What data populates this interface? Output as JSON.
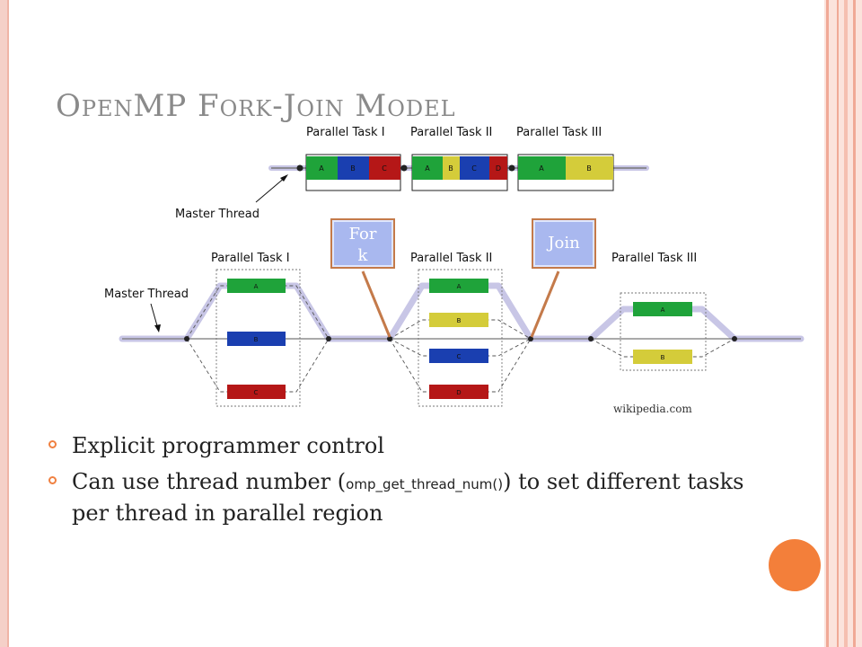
{
  "slide": {
    "title": "OpenMP Fork-Join Model",
    "credit": "wikipedia.com",
    "bullets": [
      {
        "text_before": "Explicit programmer control",
        "code": "",
        "text_after": ""
      },
      {
        "text_before": "Can use thread number (",
        "code": "omp_get_thread_num()",
        "text_after": ") to set different tasks per thread in parallel region"
      }
    ]
  },
  "diagram_top": {
    "task_labels": [
      "Parallel Task I",
      "Parallel Task II",
      "Parallel Task III"
    ],
    "master_label": "Master Thread",
    "task1_blocks": [
      "A",
      "B",
      "C"
    ],
    "task2_blocks": [
      "A",
      "B",
      "C",
      "D"
    ],
    "task3_blocks": [
      "A",
      "B"
    ]
  },
  "diagram_bottom": {
    "task_labels": [
      "Parallel Task I",
      "Parallel Task II",
      "Parallel Task III"
    ],
    "master_label": "Master Thread",
    "task1_blocks": [
      "A",
      "B",
      "C"
    ],
    "task2_blocks": [
      "A",
      "B",
      "C",
      "D"
    ],
    "task3_blocks": [
      "A",
      "B"
    ]
  },
  "callouts": {
    "fork": "For k",
    "join": "Join"
  },
  "colors": {
    "green": "#1fa33a",
    "blue": "#1a3fb0",
    "red": "#b51717",
    "yellow": "#d4cc3a",
    "accent": "#f37f3a",
    "thread": "#c8c6e6"
  }
}
